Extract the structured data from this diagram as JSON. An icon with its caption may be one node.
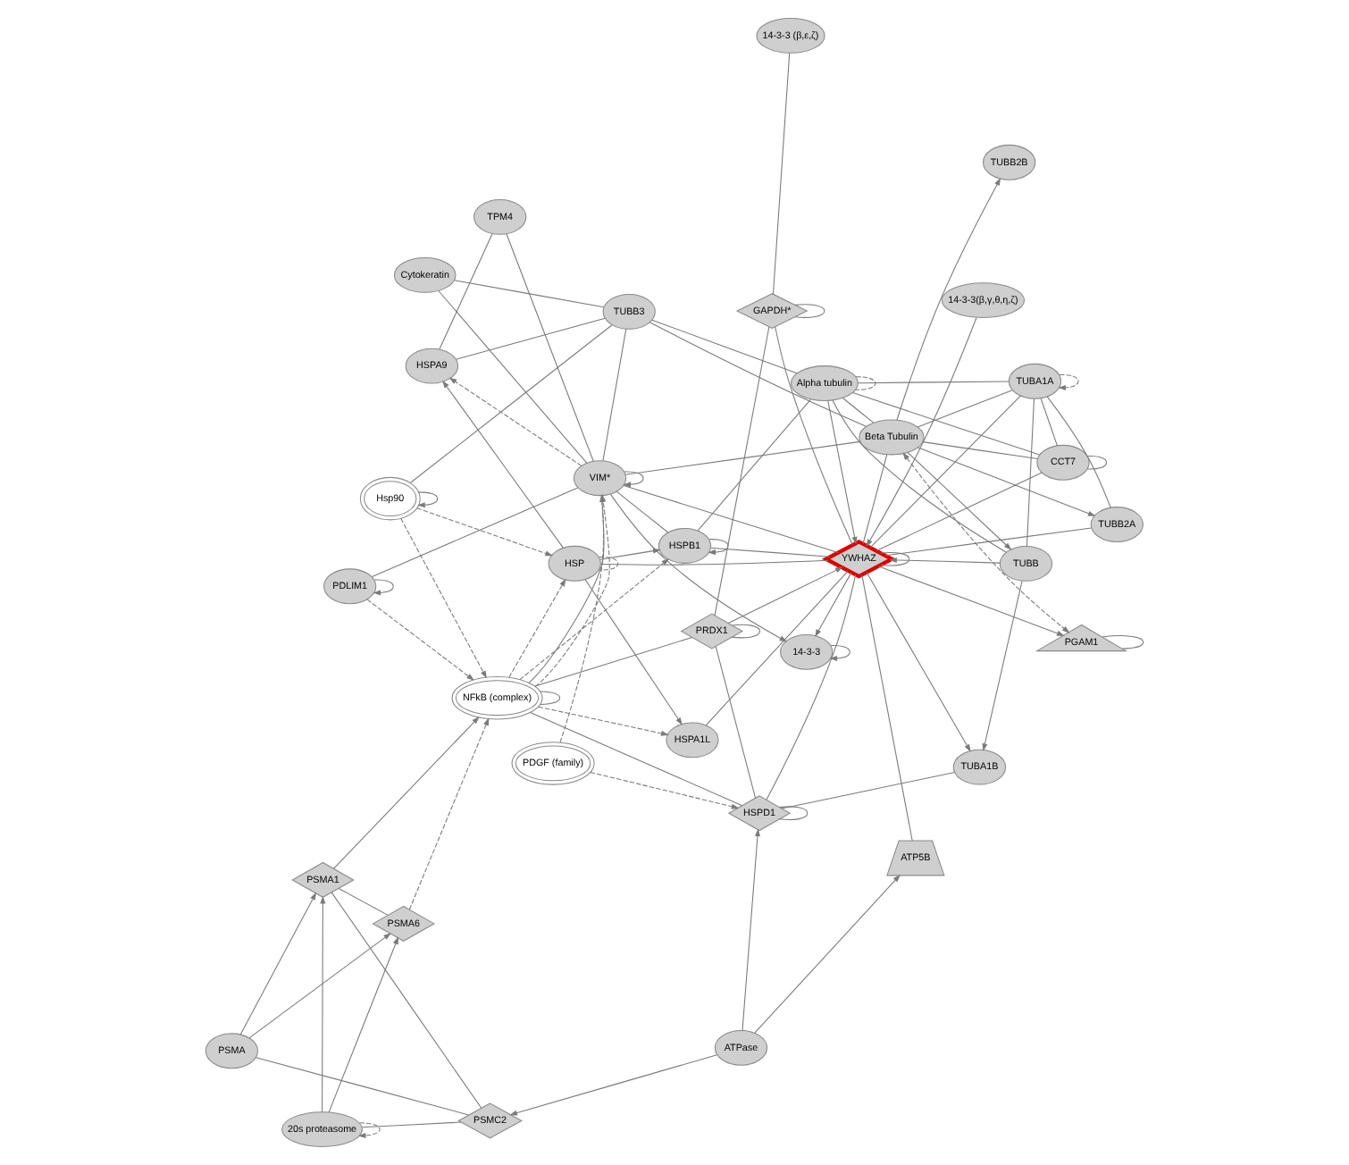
{
  "diagram": {
    "nodes": [
      {
        "text": [
          "PSMC2"
        ]
      },
      {
        "text": [
          "ATPase"
        ]
      },
      {
        "text": [
          "20s proteasome"
        ]
      },
      {
        "text": [
          "PSMA"
        ]
      },
      {
        "text": [
          "ATP5B"
        ]
      },
      {
        "text": [
          "14-3-3(β,γ,θ,η,ζ)"
        ]
      },
      {
        "text": [
          "PSMA1"
        ]
      },
      {
        "text": [
          "PDGF (family)"
        ]
      },
      {
        "text": [
          "HSPA1L"
        ]
      },
      {
        "text": [
          "PRDX1"
        ]
      },
      {
        "text": [
          "PSMA6"
        ]
      },
      {
        "text": [
          "HSPD1"
        ]
      },
      {
        "text": [
          "TUBA1B"
        ]
      },
      {
        "text": [
          "PGAM1"
        ]
      },
      {
        "text": [
          "NFkB (complex)"
        ]
      },
      {
        "text": [
          "HSP"
        ]
      },
      {
        "text": [
          "YWHAZ"
        ]
      },
      {
        "text": [
          "GAPDH*"
        ]
      },
      {
        "text": [
          "14-3-3 (β,ε,ζ)"
        ]
      },
      {
        "text": [
          "PDLIM1"
        ]
      },
      {
        "text": [
          "VIM*"
        ]
      },
      {
        "text": [
          "HSPB1"
        ]
      },
      {
        "text": [
          "TUBB"
        ]
      },
      {
        "text": [
          "Hsp90"
        ]
      },
      {
        "text": [
          "HSPA9"
        ]
      },
      {
        "text": [
          "14-3-3"
        ]
      },
      {
        "text": [
          "Alpha tubulin"
        ]
      },
      {
        "text": [
          "TUBA1A"
        ]
      },
      {
        "text": [
          "TUBB2A"
        ]
      },
      {
        "text": [
          "TPM4"
        ]
      },
      {
        "text": [
          "Beta Tubulin"
        ]
      },
      {
        "text": [
          "CCT7"
        ]
      },
      {
        "text": [
          "TUBB3"
        ]
      },
      {
        "text": [
          "Cytokeratin"
        ]
      },
      {
        "text": [
          "TUBB2B"
        ]
      }
    ],
    "edges": [
      {
        "from": 1,
        "to": 0,
        "arrow": "to"
      },
      {
        "from": 1,
        "to": 4,
        "arrow": "to"
      },
      {
        "from": 0,
        "to": 2,
        "arrow": "none"
      },
      {
        "from": 0,
        "to": 3,
        "arrow": "none"
      },
      {
        "from": 0,
        "to": 6,
        "arrow": "none"
      },
      {
        "from": 2,
        "to": 2,
        "arrow": "to",
        "style": "dashed"
      },
      {
        "from": 2,
        "to": 10,
        "arrow": "to"
      },
      {
        "from": 2,
        "to": 6,
        "arrow": "to"
      },
      {
        "from": 3,
        "to": 6,
        "arrow": "to"
      },
      {
        "from": 3,
        "to": 10,
        "arrow": "to"
      },
      {
        "from": 6,
        "to": 10,
        "arrow": "none"
      },
      {
        "from": 6,
        "to": 14,
        "arrow": "to"
      },
      {
        "from": 10,
        "to": 14,
        "arrow": "to",
        "style": "dashed"
      },
      {
        "from": 7,
        "to": 20,
        "arrow": "to",
        "style": "dashed"
      },
      {
        "from": 7,
        "to": 11,
        "arrow": "to",
        "style": "dashed"
      },
      {
        "from": 14,
        "to": 8,
        "arrow": "to",
        "style": "dashed"
      },
      {
        "from": 15,
        "to": 8,
        "arrow": "to"
      },
      {
        "from": 8,
        "to": 16,
        "arrow": "none"
      },
      {
        "from": 1,
        "to": 11,
        "arrow": "to"
      },
      {
        "from": 4,
        "to": 16,
        "arrow": "none"
      },
      {
        "from": 9,
        "to": 9,
        "arrow": "none"
      },
      {
        "from": 9,
        "to": 16,
        "arrow": "to"
      },
      {
        "from": 9,
        "to": 11,
        "arrow": "none"
      },
      {
        "from": 9,
        "to": 14,
        "arrow": "none"
      },
      {
        "from": 9,
        "to": 17,
        "arrow": "none"
      },
      {
        "from": 5,
        "to": 16,
        "arrow": "to"
      },
      {
        "from": 12,
        "to": 11,
        "arrow": "none"
      },
      {
        "from": 16,
        "to": 12,
        "arrow": "to"
      },
      {
        "from": 22,
        "to": 12,
        "arrow": "to"
      },
      {
        "from": 13,
        "to": 13,
        "arrow": "none"
      },
      {
        "from": 16,
        "to": 13,
        "arrow": "to"
      },
      {
        "from": 30,
        "to": 13,
        "arrow": "both",
        "style": "dashed"
      },
      {
        "from": 11,
        "to": 11,
        "arrow": "none"
      },
      {
        "from": 11,
        "to": 16,
        "arrow": "none"
      },
      {
        "from": 14,
        "to": 11,
        "arrow": "none"
      },
      {
        "from": 14,
        "to": 14,
        "arrow": "none"
      },
      {
        "from": 16,
        "to": 16,
        "arrow": "none"
      },
      {
        "from": 16,
        "to": 17,
        "arrow": "none"
      },
      {
        "from": 17,
        "to": 17,
        "arrow": "none"
      },
      {
        "from": 17,
        "to": 18,
        "arrow": "none"
      },
      {
        "from": 14,
        "to": 15,
        "arrow": "to",
        "style": "dashed"
      },
      {
        "from": 23,
        "to": 15,
        "arrow": "to",
        "style": "dashed"
      },
      {
        "from": 15,
        "to": 15,
        "arrow": "none",
        "style": "dashed"
      },
      {
        "from": 14,
        "to": 20,
        "arrow": "none"
      },
      {
        "from": 14,
        "to": 20,
        "arrow": "to",
        "style": "dashed"
      },
      {
        "from": 14,
        "to": 21,
        "arrow": "to",
        "style": "dashed"
      },
      {
        "from": 23,
        "to": 14,
        "arrow": "to",
        "style": "dashed"
      },
      {
        "from": 19,
        "to": 14,
        "arrow": "to",
        "style": "dashed"
      },
      {
        "from": 19,
        "to": 19,
        "arrow": "to"
      },
      {
        "from": 19,
        "to": 20,
        "arrow": "none"
      },
      {
        "from": 15,
        "to": 16,
        "arrow": "none"
      },
      {
        "from": 15,
        "to": 24,
        "arrow": "to"
      },
      {
        "from": 15,
        "to": 21,
        "arrow": "to"
      },
      {
        "from": 20,
        "to": 20,
        "arrow": "to"
      },
      {
        "from": 20,
        "to": 21,
        "arrow": "none"
      },
      {
        "from": 20,
        "to": 16,
        "arrow": "none"
      },
      {
        "from": 20,
        "to": 24,
        "arrow": "to",
        "style": "dashed"
      },
      {
        "from": 20,
        "to": 29,
        "arrow": "none"
      },
      {
        "from": 20,
        "to": 33,
        "arrow": "none"
      },
      {
        "from": 20,
        "to": 32,
        "arrow": "none"
      },
      {
        "from": 20,
        "to": 25,
        "arrow": "to"
      },
      {
        "from": 20,
        "to": 30,
        "arrow": "none"
      },
      {
        "from": 21,
        "to": 21,
        "arrow": "to"
      },
      {
        "from": 21,
        "to": 16,
        "arrow": "none"
      },
      {
        "from": 21,
        "to": 26,
        "arrow": "none"
      },
      {
        "from": 22,
        "to": 16,
        "arrow": "to"
      },
      {
        "from": 22,
        "to": 26,
        "arrow": "none"
      },
      {
        "from": 22,
        "to": 27,
        "arrow": "none"
      },
      {
        "from": 30,
        "to": 22,
        "arrow": "to"
      },
      {
        "from": 23,
        "to": 23,
        "arrow": "to"
      },
      {
        "from": 23,
        "to": 32,
        "arrow": "none"
      },
      {
        "from": 24,
        "to": 29,
        "arrow": "none"
      },
      {
        "from": 24,
        "to": 32,
        "arrow": "none"
      },
      {
        "from": 16,
        "to": 25,
        "arrow": "to"
      },
      {
        "from": 25,
        "to": 25,
        "arrow": "to"
      },
      {
        "from": 26,
        "to": 26,
        "arrow": "none",
        "style": "dashed"
      },
      {
        "from": 26,
        "to": 16,
        "arrow": "to"
      },
      {
        "from": 26,
        "to": 27,
        "arrow": "none"
      },
      {
        "from": 26,
        "to": 30,
        "arrow": "none"
      },
      {
        "from": 26,
        "to": 32,
        "arrow": "none"
      },
      {
        "from": 26,
        "to": 31,
        "arrow": "none"
      },
      {
        "from": 27,
        "to": 27,
        "arrow": "to",
        "style": "dashed"
      },
      {
        "from": 27,
        "to": 28,
        "arrow": "none"
      },
      {
        "from": 27,
        "to": 31,
        "arrow": "none"
      },
      {
        "from": 27,
        "to": 30,
        "arrow": "none"
      },
      {
        "from": 16,
        "to": 27,
        "arrow": "none"
      },
      {
        "from": 16,
        "to": 28,
        "arrow": "none"
      },
      {
        "from": 16,
        "to": 31,
        "arrow": "none"
      },
      {
        "from": 16,
        "to": 30,
        "arrow": "none"
      },
      {
        "from": 30,
        "to": 28,
        "arrow": "to"
      },
      {
        "from": 30,
        "to": 31,
        "arrow": "none"
      },
      {
        "from": 31,
        "to": 31,
        "arrow": "none"
      },
      {
        "from": 30,
        "to": 32,
        "arrow": "none"
      },
      {
        "from": 30,
        "to": 34,
        "arrow": "to"
      },
      {
        "from": 32,
        "to": 33,
        "arrow": "none"
      }
    ]
  }
}
